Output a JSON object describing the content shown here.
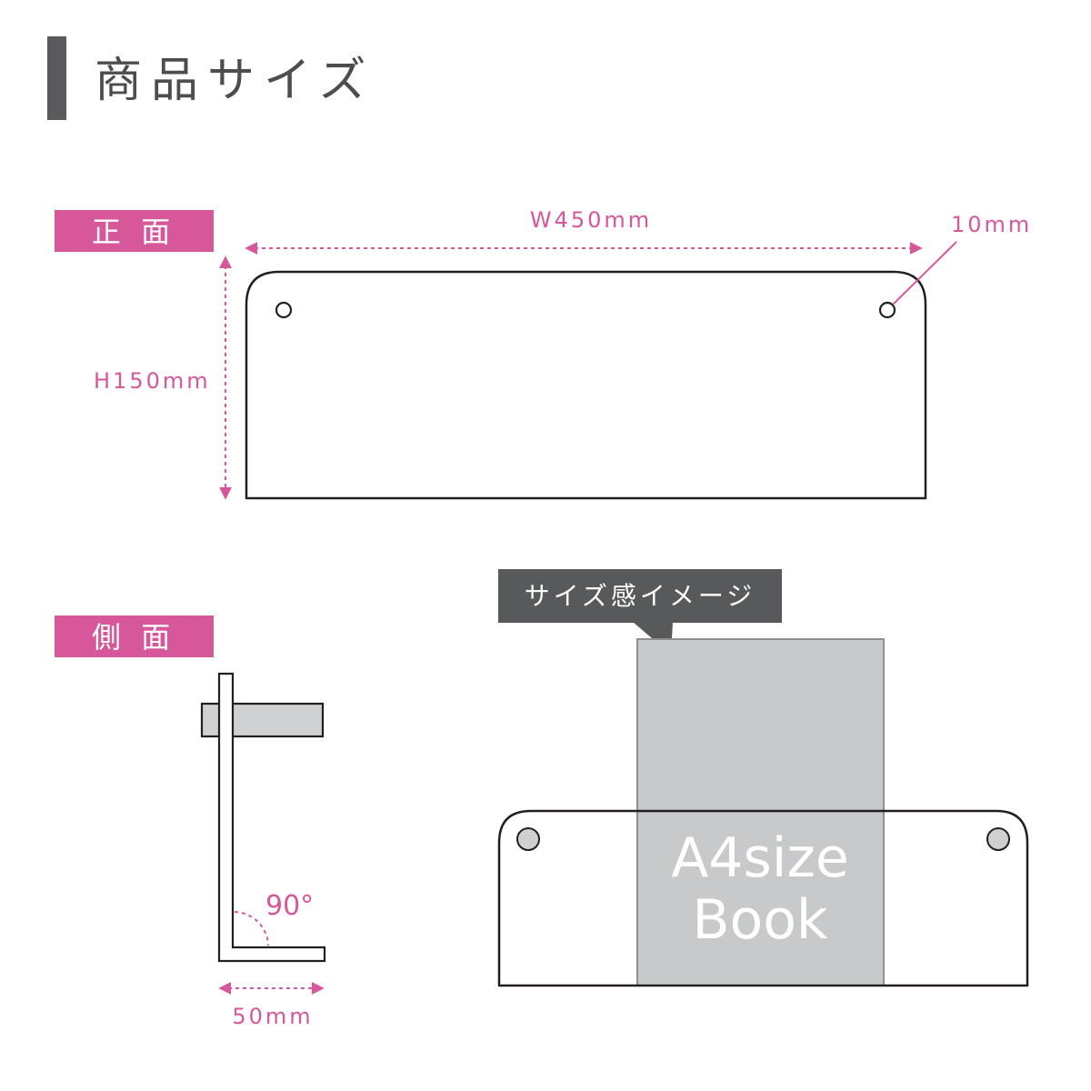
{
  "title": "商品サイズ",
  "colors": {
    "accent": "#d6579a",
    "title_bar": "#5a5a5c",
    "title_text": "#4d4d4f",
    "line": "#231f20",
    "book_fill": "#c8c9ca",
    "book_stroke": "#8e8f91",
    "hole_fill": "#cfd0d1",
    "callout_bg": "#58595b",
    "white": "#ffffff"
  },
  "front": {
    "label": "正 面",
    "width_label": "W450mm",
    "height_label": "H150mm",
    "hole_label": "10mm"
  },
  "side": {
    "label": "側 面",
    "angle_label": "90°",
    "depth_label": "50mm"
  },
  "image": {
    "callout": "サイズ感イメージ",
    "book_line1": "A4size",
    "book_line2": "Book"
  }
}
